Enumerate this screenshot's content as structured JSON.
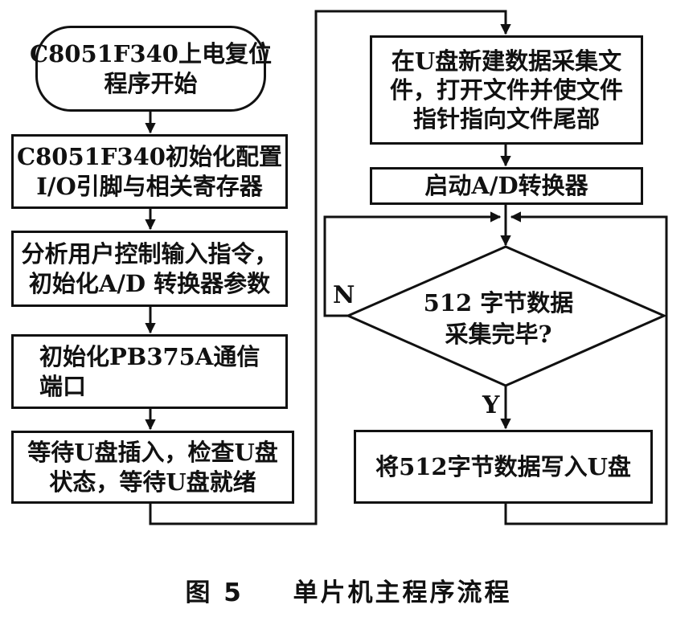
{
  "nodes": {
    "start": [
      "C8051F340上电复位",
      "程序开始"
    ],
    "init_io": [
      "C8051F340初始化配置",
      "I/O引脚与相关寄存器"
    ],
    "analyze": [
      "分析用户控制输入指令，",
      "初始化A/D 转换器参数"
    ],
    "init_pb": [
      "初始化PB375A通信",
      "端口"
    ],
    "wait_usb": [
      "等待U盘插入，检查U盘",
      "状态，等待U盘就绪"
    ],
    "create_file": [
      "在U盘新建数据采集文",
      "件，打开文件并使文件",
      "指针指向文件尾部"
    ],
    "start_ad": [
      "启动A/D转换器"
    ],
    "decision": [
      "512 字节数据",
      "采集完毕?"
    ],
    "write_usb": [
      "将512字节数据写入U盘"
    ]
  },
  "labels": {
    "no": "N",
    "yes": "Y"
  },
  "caption": {
    "figure": "图 5",
    "title": "单片机主程序流程"
  }
}
